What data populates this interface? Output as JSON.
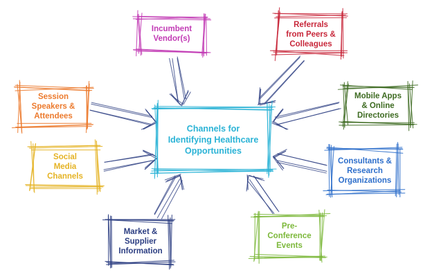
{
  "center": {
    "text": "Channels for\nIdentifying Healthcare\nOpportunities",
    "color": "#2BB3D6"
  },
  "nodes": [
    {
      "id": "incumbent-vendors",
      "text": "Incumbent\nVendor(s)",
      "color": "#C23BB5"
    },
    {
      "id": "referrals",
      "text": "Referrals\nfrom Peers &\nColleagues",
      "color": "#C8283B"
    },
    {
      "id": "session-speakers",
      "text": "Session\nSpeakers &\nAttendees",
      "color": "#EC7A2D"
    },
    {
      "id": "mobile-apps",
      "text": "Mobile Apps\n& Online\nDirectories",
      "color": "#3E6B22"
    },
    {
      "id": "social-media",
      "text": "Social\nMedia\nChannels",
      "color": "#E5B324"
    },
    {
      "id": "consultants",
      "text": "Consultants &\nResearch\nOrganizations",
      "color": "#2E6FCB"
    },
    {
      "id": "market-supplier",
      "text": "Market &\nSupplier\nInformation",
      "color": "#2C3E82"
    },
    {
      "id": "pre-conference",
      "text": "Pre-\nConference\nEvents",
      "color": "#7CB83A"
    }
  ],
  "arrow_color": "#2C3E82"
}
